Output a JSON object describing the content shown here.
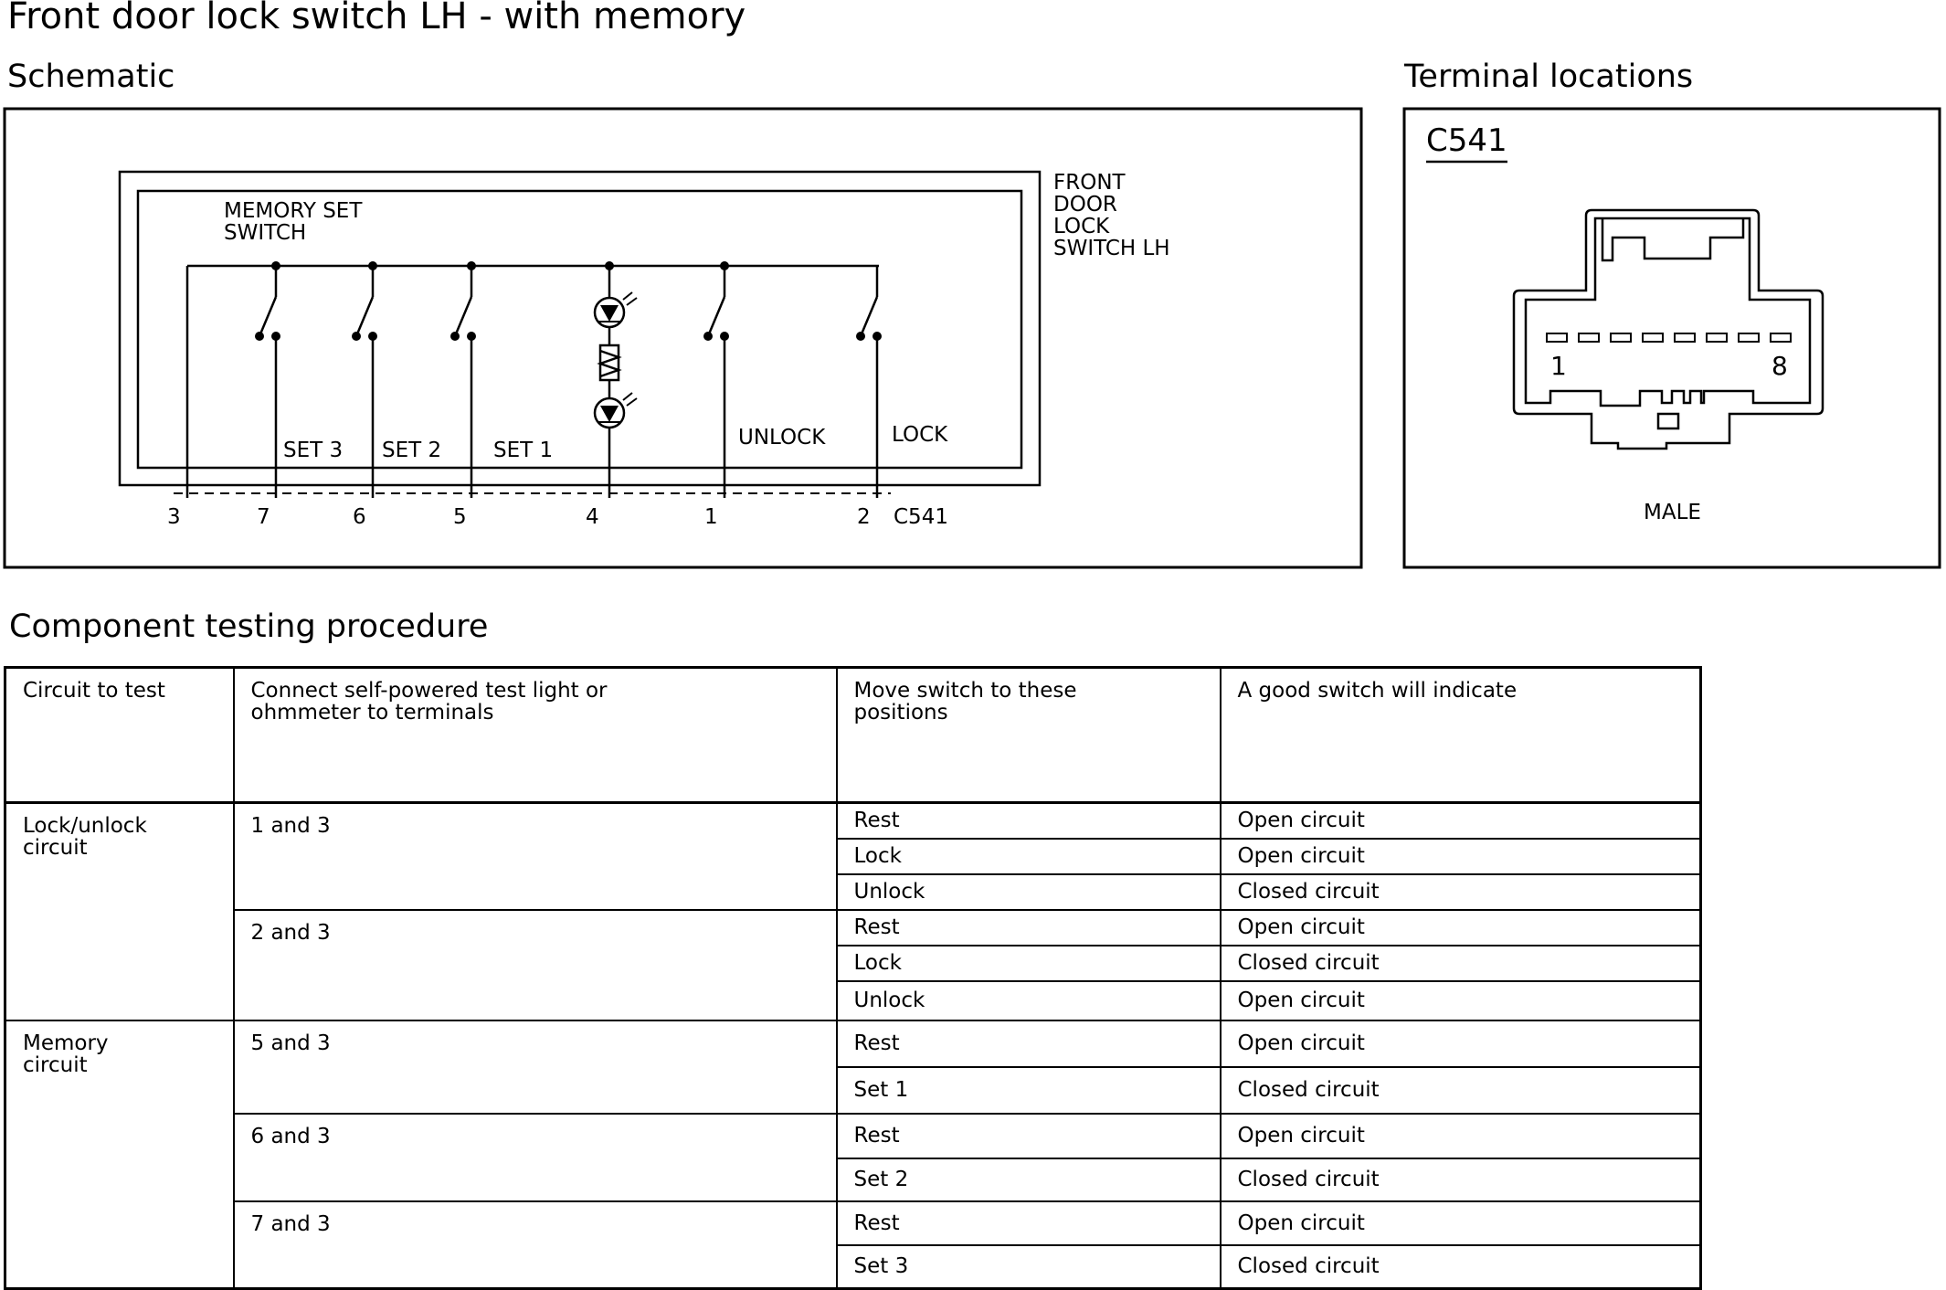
{
  "title": "Front door lock switch LH - with memory",
  "schematic": {
    "heading": "Schematic",
    "component_label": [
      "FRONT",
      "DOOR",
      "LOCK",
      "SWITCH LH"
    ],
    "memory_set_switch": [
      "MEMORY SET",
      "SWITCH"
    ],
    "switch_labels": [
      "SET 3",
      "SET 2",
      "SET 1",
      "UNLOCK",
      "LOCK"
    ],
    "pin_labels": [
      "3",
      "7",
      "6",
      "5",
      "4",
      "1",
      "2"
    ],
    "connector": "C541"
  },
  "terminal_locations": {
    "heading": "Terminal locations",
    "connector": "C541",
    "first_pin": "1",
    "last_pin": "8",
    "gender": "MALE"
  },
  "procedure": {
    "heading": "Component testing procedure",
    "headers": {
      "circuit": "Circuit to test",
      "terminals": "Connect self-powered test light or\nohmmeter to terminals",
      "position": "Move switch to these\npositions",
      "indication": "A good switch will indicate"
    },
    "groups": [
      {
        "circuit": "Lock/unlock\ncircuit",
        "tests": [
          {
            "terminals": "1 and 3",
            "rows": [
              {
                "position": "Rest",
                "result": "Open circuit"
              },
              {
                "position": "Lock",
                "result": "Open circuit"
              },
              {
                "position": "Unlock",
                "result": "Closed circuit"
              }
            ]
          },
          {
            "terminals": "2 and 3",
            "rows": [
              {
                "position": "Rest",
                "result": "Open circuit"
              },
              {
                "position": "Lock",
                "result": "Closed circuit"
              },
              {
                "position": "Unlock",
                "result": "Open circuit"
              }
            ]
          }
        ]
      },
      {
        "circuit": "Memory\ncircuit",
        "tests": [
          {
            "terminals": "5 and 3",
            "rows": [
              {
                "position": "Rest",
                "result": "Open circuit"
              },
              {
                "position": "Set 1",
                "result": "Closed circuit"
              }
            ]
          },
          {
            "terminals": "6 and 3",
            "rows": [
              {
                "position": "Rest",
                "result": "Open circuit"
              },
              {
                "position": "Set 2",
                "result": "Closed circuit"
              }
            ]
          },
          {
            "terminals": "7 and 3",
            "rows": [
              {
                "position": "Rest",
                "result": "Open circuit"
              },
              {
                "position": "Set 3",
                "result": "Closed circuit"
              }
            ]
          }
        ]
      }
    ]
  }
}
